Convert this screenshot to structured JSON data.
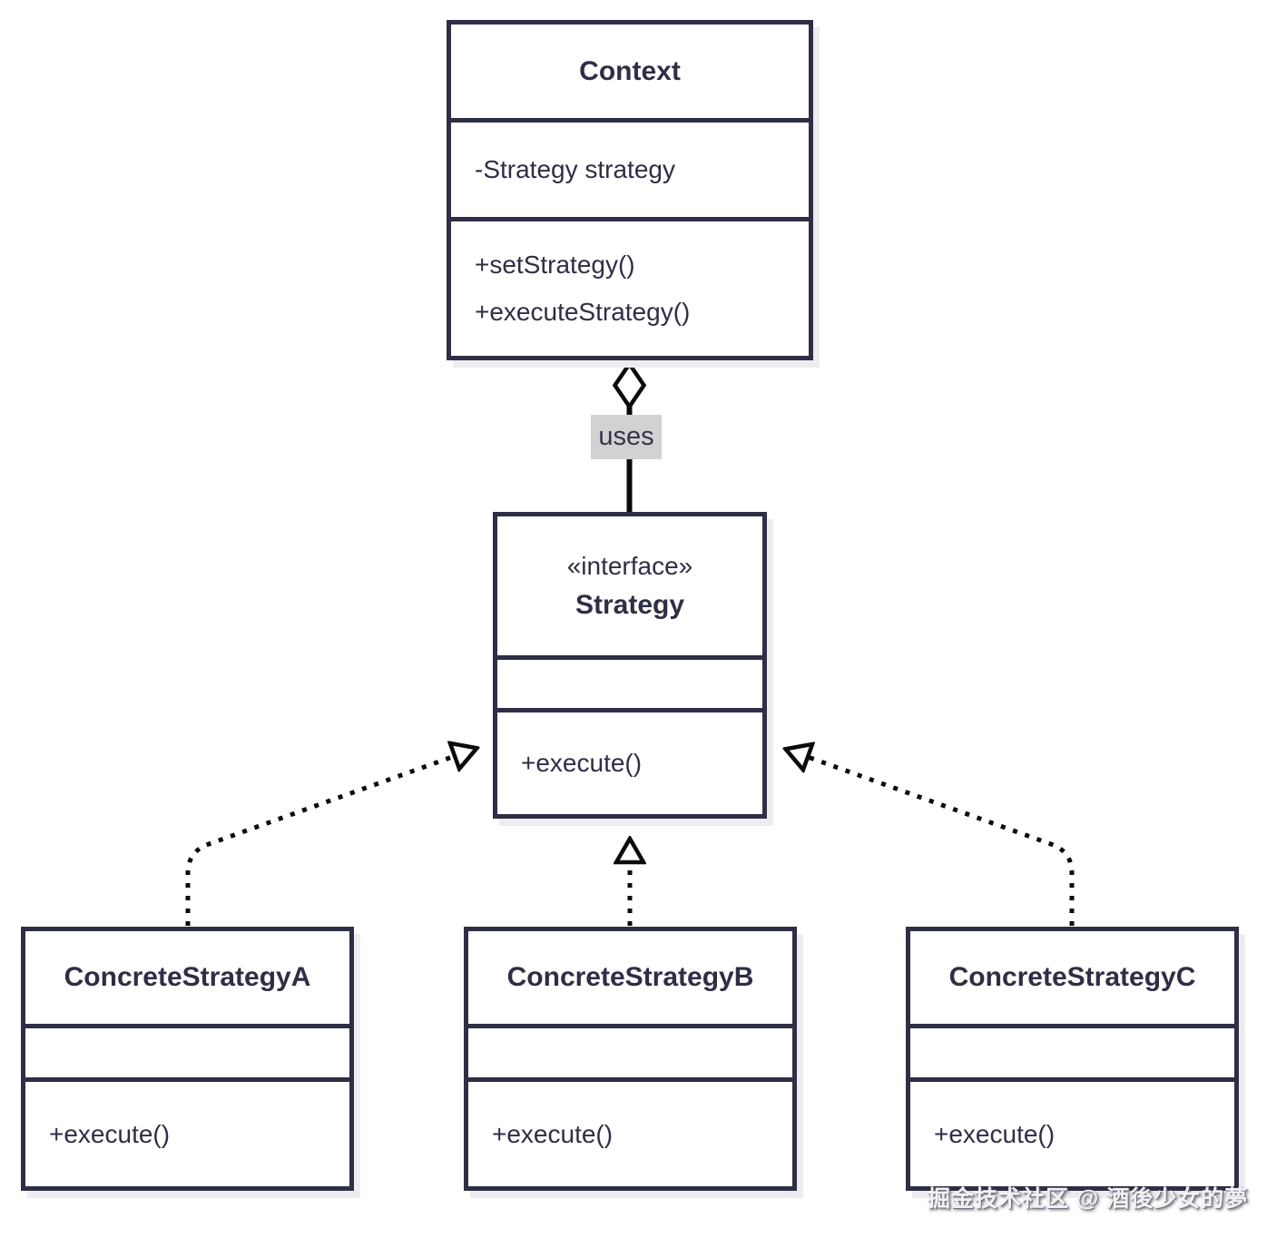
{
  "diagram": {
    "type": "uml-class-diagram",
    "pattern": "Strategy",
    "classes": [
      {
        "id": "context",
        "title": "Context",
        "stereotype": "",
        "attributes": [
          "-Strategy strategy"
        ],
        "methods": [
          "+setStrategy()",
          "+executeStrategy()"
        ]
      },
      {
        "id": "strategy",
        "title": "Strategy",
        "stereotype": "«interface»",
        "attributes": [],
        "methods": [
          "+execute()"
        ]
      },
      {
        "id": "concrete-strategy-a",
        "title": "ConcreteStrategyA",
        "stereotype": "",
        "attributes": [],
        "methods": [
          "+execute()"
        ]
      },
      {
        "id": "concrete-strategy-b",
        "title": "ConcreteStrategyB",
        "stereotype": "",
        "attributes": [],
        "methods": [
          "+execute()"
        ]
      },
      {
        "id": "concrete-strategy-c",
        "title": "ConcreteStrategyC",
        "stereotype": "",
        "attributes": [],
        "methods": [
          "+execute()"
        ]
      }
    ],
    "relations": [
      {
        "type": "aggregation",
        "label": "uses",
        "from": "context",
        "to": "strategy"
      },
      {
        "type": "realization",
        "label": "",
        "from": "concrete-strategy-a",
        "to": "strategy"
      },
      {
        "type": "realization",
        "label": "",
        "from": "concrete-strategy-b",
        "to": "strategy"
      },
      {
        "type": "realization",
        "label": "",
        "from": "concrete-strategy-c",
        "to": "strategy"
      }
    ],
    "watermark": "掘金技术社区 @ 酒後少女的夢",
    "colors": {
      "background": "#ffffff",
      "box_border": "#2e2e46",
      "box_text": "#2e2e46",
      "connector": "#0b0b0e",
      "uses_label_bg": "#d2d2d2",
      "box_shadow": "#ededf1"
    }
  }
}
